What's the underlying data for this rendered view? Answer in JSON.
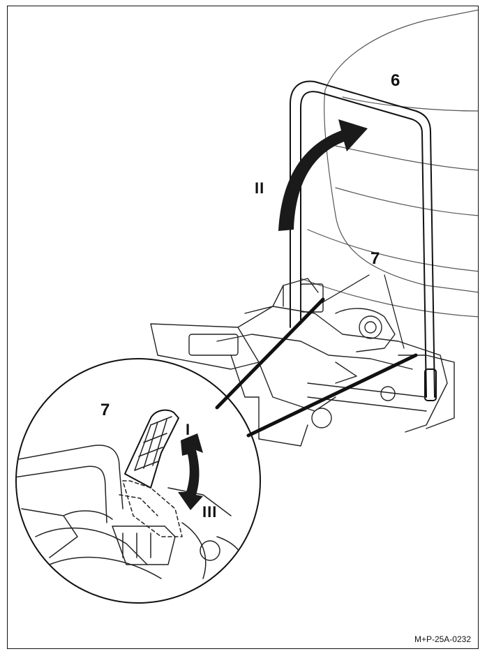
{
  "callouts": {
    "part_6": "6",
    "part_7_main": "7",
    "part_7_detail": "7",
    "step_I": "I",
    "step_II": "II",
    "step_III": "III"
  },
  "reference_code": "M+P-25A-0232",
  "colors": {
    "ink": "#111111",
    "arrow_fill": "#1a1a1a",
    "background": "#ffffff"
  }
}
